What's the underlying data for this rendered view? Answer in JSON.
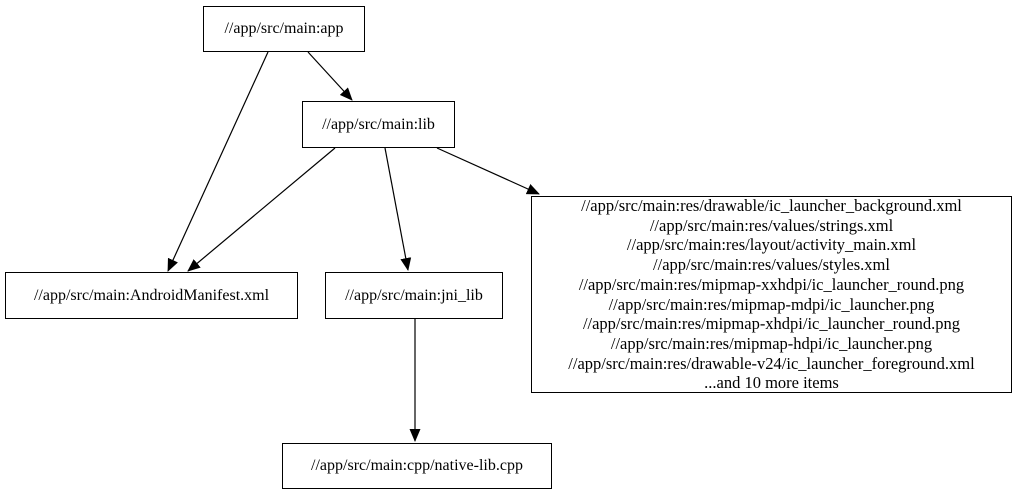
{
  "diagram": {
    "type": "dependency-graph",
    "colors": {
      "background": "#ffffff",
      "node_fill": "#ffffff",
      "node_border": "#000000",
      "edge": "#000000",
      "text": "#000000"
    },
    "nodes": {
      "app": {
        "label": "//app/src/main:app"
      },
      "lib": {
        "label": "//app/src/main:lib"
      },
      "android_manifest": {
        "label": "//app/src/main:AndroidManifest.xml"
      },
      "jni_lib": {
        "label": "//app/src/main:jni_lib"
      },
      "resources": {
        "lines": [
          "//app/src/main:res/drawable/ic_launcher_background.xml",
          "//app/src/main:res/values/strings.xml",
          "//app/src/main:res/layout/activity_main.xml",
          "//app/src/main:res/values/styles.xml",
          "//app/src/main:res/mipmap-xxhdpi/ic_launcher_round.png",
          "//app/src/main:res/mipmap-mdpi/ic_launcher.png",
          "//app/src/main:res/mipmap-xhdpi/ic_launcher_round.png",
          "//app/src/main:res/mipmap-hdpi/ic_launcher.png",
          "//app/src/main:res/drawable-v24/ic_launcher_foreground.xml",
          "...and 10 more items"
        ]
      },
      "native_lib_cpp": {
        "label": "//app/src/main:cpp/native-lib.cpp"
      }
    },
    "edges": [
      {
        "from": "//app/src/main:app",
        "to": "//app/src/main:lib"
      },
      {
        "from": "//app/src/main:app",
        "to": "//app/src/main:AndroidManifest.xml"
      },
      {
        "from": "//app/src/main:lib",
        "to": "//app/src/main:AndroidManifest.xml"
      },
      {
        "from": "//app/src/main:lib",
        "to": "//app/src/main:jni_lib"
      },
      {
        "from": "//app/src/main:lib",
        "to": "resources-file-group"
      },
      {
        "from": "//app/src/main:jni_lib",
        "to": "//app/src/main:cpp/native-lib.cpp"
      }
    ]
  }
}
